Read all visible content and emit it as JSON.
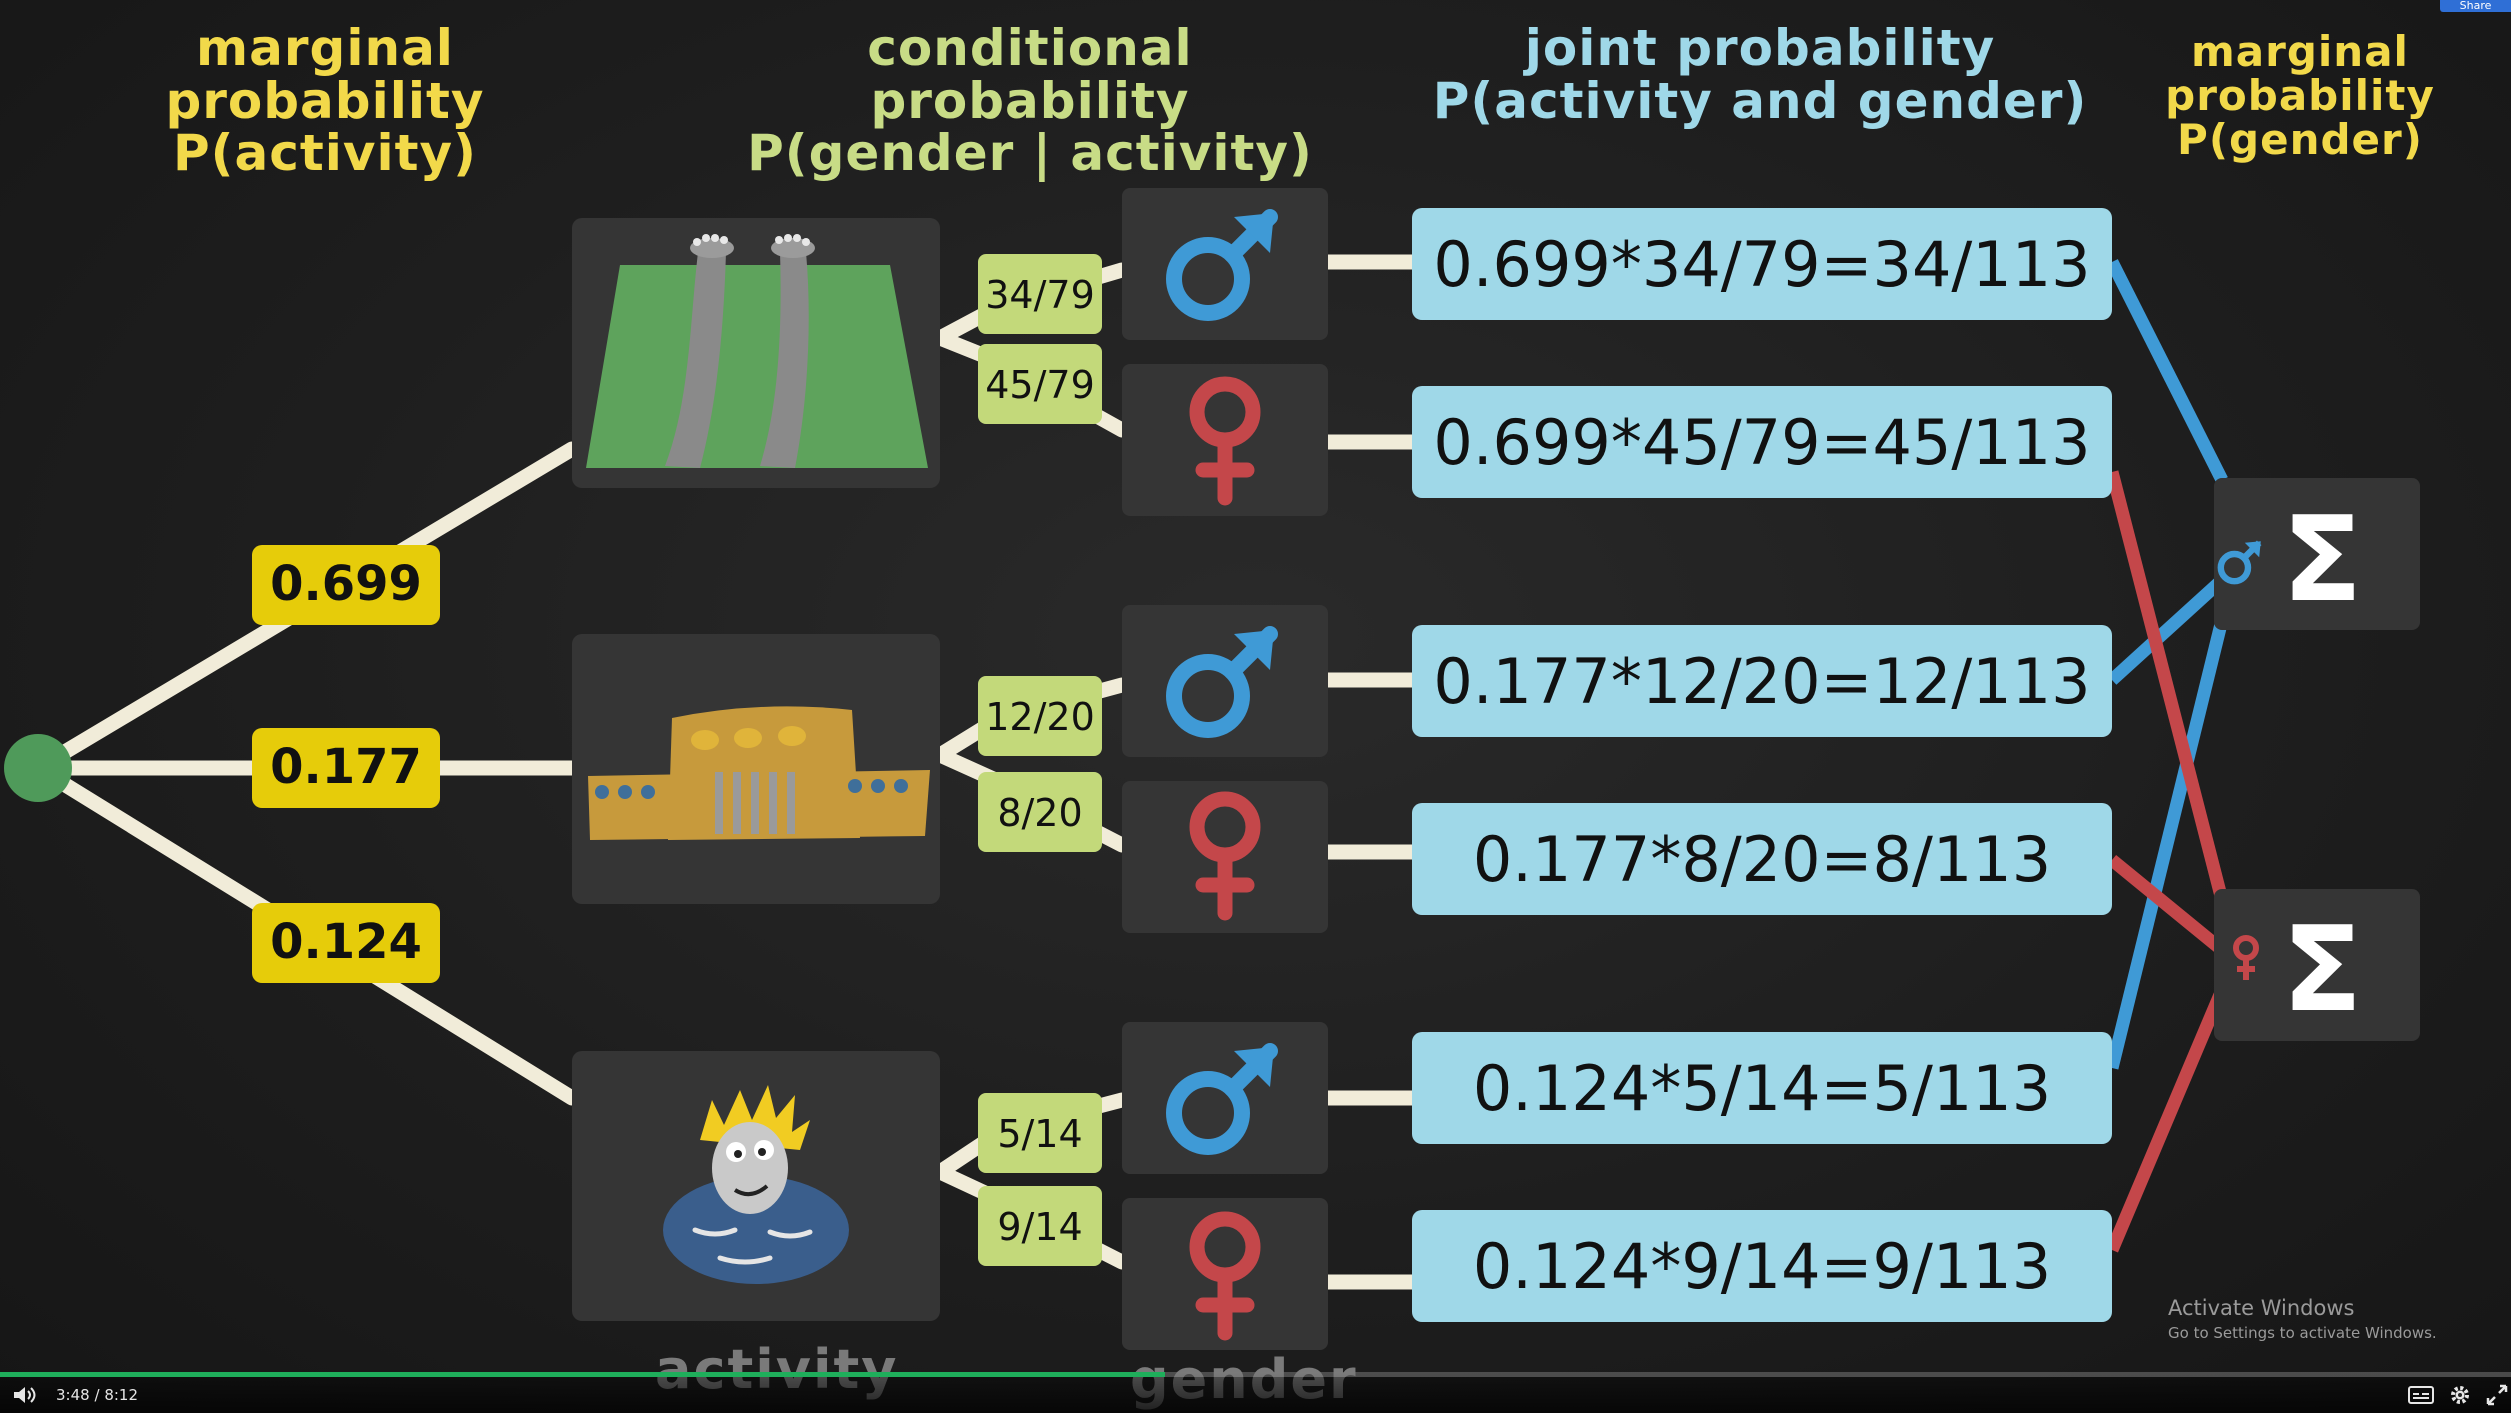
{
  "headers": {
    "activity": {
      "line1": "marginal probability",
      "line2": "P(activity)"
    },
    "conditional": {
      "line1": "conditional probability",
      "line2": "P(gender | activity)"
    },
    "joint": {
      "line1": "joint probability",
      "line2": "P(activity and gender)"
    },
    "gender": {
      "line1": "marginal probability",
      "line2": "P(gender)"
    }
  },
  "activity_probs": [
    "0.699",
    "0.177",
    "0.124"
  ],
  "conditional_probs": [
    "34/79",
    "45/79",
    "12/20",
    "8/20",
    "5/14",
    "9/14"
  ],
  "joint_probs": [
    "0.699*34/79=34/113",
    "0.699*45/79=45/113",
    "0.177*12/20=12/113",
    "0.177*8/20=8/113",
    "0.124*5/14=5/113",
    "0.124*9/14=9/113"
  ],
  "activities": [
    "yoga-icon",
    "museum-icon",
    "swimmer-icon"
  ],
  "genders": [
    "male-symbol-icon",
    "female-symbol-icon"
  ],
  "sum_symbol": "Σ",
  "labels": {
    "activity": "activity",
    "gender": "gender"
  },
  "colors": {
    "background": "#1e1e1e",
    "activity_header": "#f2d94a",
    "conditional_header": "#c8dc86",
    "joint_header": "#9fd8e8",
    "prob_box": "#e6cc0a",
    "conditional_box": "#c3d97a",
    "joint_box": "#9fd8e8",
    "male": "#3f9ad6",
    "female": "#c4474a",
    "branch": "#f1ecd9",
    "root_node": "#4f9a5a"
  },
  "watermark": {
    "line1": "Activate Windows",
    "line2": "Go to Settings to activate Windows."
  },
  "share_label": "Share",
  "player": {
    "current_time": "3:48",
    "separator": "/",
    "duration": "8:12",
    "progress": 0.464
  }
}
